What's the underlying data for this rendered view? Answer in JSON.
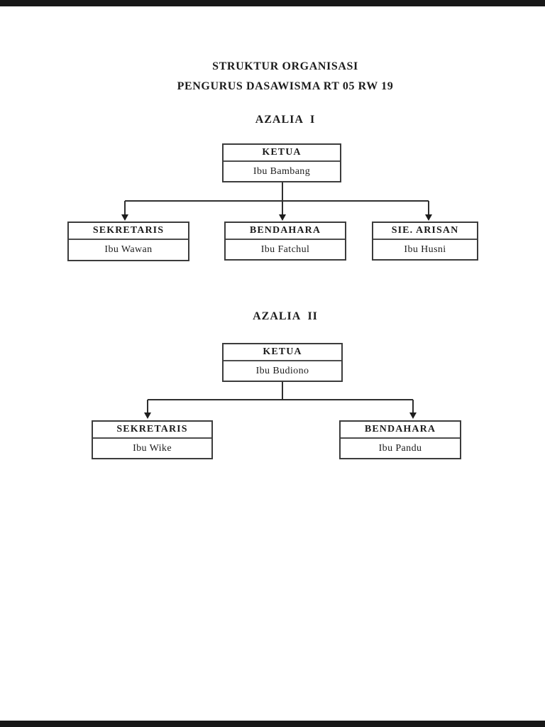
{
  "page": {
    "title_line1": "STRUKTUR ORGANISASI",
    "title_line2": "PENGURUS DASAWISMA RT 05 RW 19"
  },
  "charts": [
    {
      "heading": "AZALIA  I",
      "root": {
        "role": "KETUA",
        "name": "Ibu Bambang"
      },
      "children": [
        {
          "role": "SEKRETARIS",
          "name": "Ibu Wawan"
        },
        {
          "role": "BENDAHARA",
          "name": "Ibu Fatchul"
        },
        {
          "role": "SIE. ARISAN",
          "name": "Ibu Husni"
        }
      ]
    },
    {
      "heading": "AZALIA  II",
      "root": {
        "role": "KETUA",
        "name": "Ibu Budiono"
      },
      "children": [
        {
          "role": "SEKRETARIS",
          "name": "Ibu Wike"
        },
        {
          "role": "BENDAHARA",
          "name": "Ibu Pandu"
        }
      ]
    }
  ],
  "colors": {
    "ink": "#1c1c1c",
    "line": "#2f2f2f",
    "page_background": "#ffffff",
    "edge_bar": "#171717"
  }
}
